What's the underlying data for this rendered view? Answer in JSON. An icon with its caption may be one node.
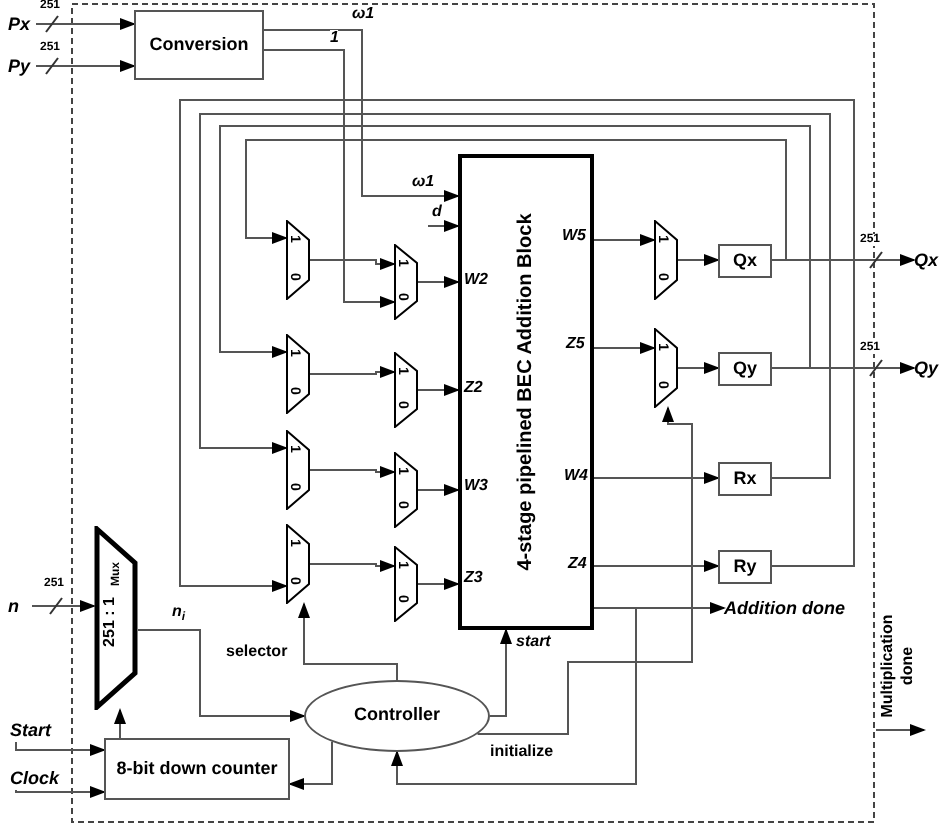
{
  "diagram": {
    "nodes": [
      {
        "text": [
          "Px"
        ]
      },
      {
        "text": [
          "Py"
        ]
      },
      {
        "text": [
          "Conversion"
        ]
      },
      {
        "text": [
          "4-stage pipelined BEC Addition Block"
        ]
      },
      {
        "text": [
          "1",
          "0"
        ]
      },
      {
        "text": [
          "1",
          "0"
        ]
      },
      {
        "text": [
          "1",
          "0"
        ]
      },
      {
        "text": [
          "1",
          "0"
        ]
      },
      {
        "text": [
          "1",
          "0"
        ]
      },
      {
        "text": [
          "1",
          "0"
        ]
      },
      {
        "text": [
          "1",
          "0"
        ]
      },
      {
        "text": [
          "1",
          "0"
        ]
      },
      {
        "text": [
          "1",
          "0"
        ]
      },
      {
        "text": [
          "1",
          "0"
        ]
      },
      {
        "text": [
          "Qx"
        ]
      },
      {
        "text": [
          "Qy"
        ]
      },
      {
        "text": [
          "Rx"
        ]
      },
      {
        "text": [
          "Ry"
        ]
      },
      {
        "text": [
          "Qx"
        ]
      },
      {
        "text": [
          "Qy"
        ]
      },
      {
        "text": [
          "Addition done"
        ]
      },
      {
        "text": [
          "Multiplication done"
        ]
      },
      {
        "text": [
          "n"
        ]
      },
      {
        "text": [
          "251 : 1",
          "Mux"
        ]
      },
      {
        "text": [
          "Controller"
        ]
      },
      {
        "text": [
          "8-bit down counter"
        ]
      },
      {
        "text": [
          "Start"
        ]
      },
      {
        "text": [
          "Clock"
        ]
      }
    ],
    "edges": [
      {
        "from": 0,
        "to": 2,
        "arrow": "to",
        "label": "251"
      },
      {
        "from": 1,
        "to": 2,
        "arrow": "to",
        "label": "251"
      },
      {
        "from": 2,
        "to": 3,
        "arrow": "to",
        "label": "ω1"
      },
      {
        "from": 2,
        "to": 8,
        "arrow": "to",
        "label": "1"
      },
      {
        "from": 4,
        "to": 8,
        "arrow": "to"
      },
      {
        "from": 5,
        "to": 9,
        "arrow": "to"
      },
      {
        "from": 6,
        "to": 10,
        "arrow": "to"
      },
      {
        "from": 7,
        "to": 11,
        "arrow": "to"
      },
      {
        "from": 8,
        "to": 3,
        "arrow": "to"
      },
      {
        "from": 9,
        "to": 3,
        "arrow": "to"
      },
      {
        "from": 10,
        "to": 3,
        "arrow": "to"
      },
      {
        "from": 11,
        "to": 3,
        "arrow": "to"
      },
      {
        "from": null,
        "to": 3,
        "arrow": "to",
        "label": "d"
      },
      {
        "from": 3,
        "to": 12,
        "arrow": "to"
      },
      {
        "from": 3,
        "to": 13,
        "arrow": "to"
      },
      {
        "from": 12,
        "to": 14,
        "arrow": "to"
      },
      {
        "from": 13,
        "to": 15,
        "arrow": "to"
      },
      {
        "from": 3,
        "to": 16,
        "arrow": "to"
      },
      {
        "from": 3,
        "to": 17,
        "arrow": "to"
      },
      {
        "from": 14,
        "to": 18,
        "arrow": "to",
        "label": "251"
      },
      {
        "from": 15,
        "to": 19,
        "arrow": "to",
        "label": "251"
      },
      {
        "from": 3,
        "to": 20,
        "arrow": "to"
      },
      {
        "from": null,
        "to": 21,
        "arrow": "to"
      },
      {
        "from": 22,
        "to": 23,
        "arrow": "to",
        "label": "251"
      },
      {
        "from": 23,
        "to": 24,
        "arrow": "to",
        "label": "n$_{i}$"
      },
      {
        "from": 25,
        "to": 23,
        "arrow": "to"
      },
      {
        "from": 24,
        "to": 25,
        "arrow": "to"
      },
      {
        "from": 24,
        "to": 3,
        "arrow": "to",
        "label": "start"
      },
      {
        "from": 24,
        "to": 7,
        "arrow": "to",
        "label": "selector"
      },
      {
        "from": 24,
        "to": 13,
        "arrow": "to",
        "label": "initialize"
      },
      {
        "from": 3,
        "to": 24,
        "arrow": "to"
      },
      {
        "from": 14,
        "to": 4,
        "arrow": "to"
      },
      {
        "from": 15,
        "to": 5,
        "arrow": "to"
      },
      {
        "from": 16,
        "to": 6,
        "arrow": "to"
      },
      {
        "from": 17,
        "to": 7,
        "arrow": "to"
      },
      {
        "from": 26,
        "to": 25,
        "arrow": "to"
      },
      {
        "from": 27,
        "to": 25,
        "arrow": "to"
      }
    ],
    "labels": [
      "ω1",
      "W2",
      "Z2",
      "W3",
      "Z3",
      "W5",
      "Z5",
      "W4",
      "Z4"
    ]
  }
}
